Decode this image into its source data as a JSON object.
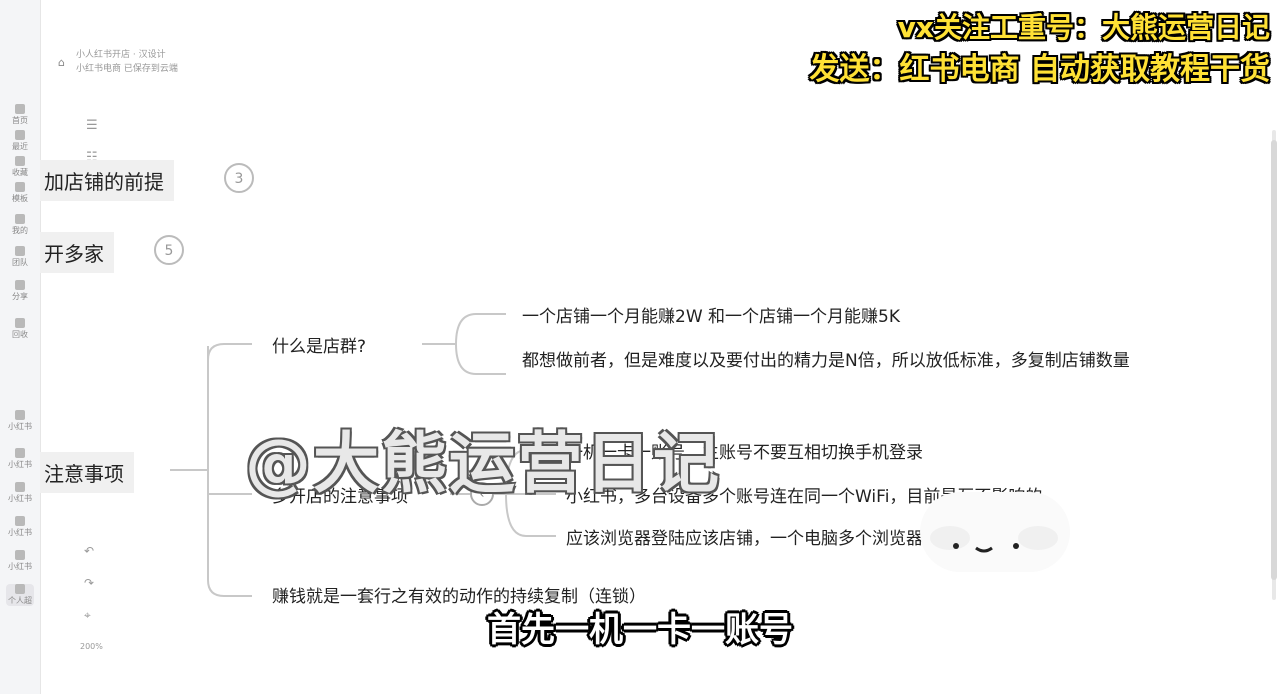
{
  "banner": {
    "line1": "vx关注工重号：大熊运营日记",
    "line2": "发送：红书电商  自动获取教程干货"
  },
  "breadcrumb": {
    "line1": "小人红书开店 · 汉设计",
    "line2": "小红书电商   已保存到云端"
  },
  "sidebar": {
    "items": [
      {
        "label": "首页"
      },
      {
        "label": "最近"
      },
      {
        "label": "收藏"
      },
      {
        "label": "模板"
      },
      {
        "label": "我的"
      },
      {
        "label": "团队"
      },
      {
        "label": "分享"
      },
      {
        "label": "回收"
      },
      {
        "label": "小红书"
      },
      {
        "label": "小红书"
      },
      {
        "label": "小红书"
      },
      {
        "label": "小红书"
      },
      {
        "label": "小红书"
      },
      {
        "label": "个人超"
      }
    ]
  },
  "mindmap": {
    "node1": {
      "label": "加店铺的前提",
      "count": "3"
    },
    "node2": {
      "label": "开多家",
      "count": "5"
    },
    "node3": {
      "label": "注意事项"
    },
    "q1": {
      "label": "什么是店群?"
    },
    "q1_a1": "一个店铺一个月能赚2W 和一个店铺一个月能赚5K",
    "q1_a2": "都想做前者，但是难度以及要付出的精力是N倍，所以放低标准，多复制店铺数量",
    "q2": {
      "label": "多开店的注意事项"
    },
    "q2_a1": "一机一卡一账号，主账号不要互相切换手机登录",
    "q2_a2": "小红书，多台设备多个账号连在同一个WiFi，目前是互不影响的",
    "q2_a3": "应该浏览器登陆应该店铺，一个电脑多个浏览器也是没问题的",
    "q3": {
      "label": "赚钱就是一套行之有效的动作的持续复制（连锁）"
    }
  },
  "watermark": "@大熊运营日记",
  "subtitle": "首先一机一卡一账号",
  "zoom": "200%",
  "colors": {
    "banner": "#ffe135",
    "line": "#c8c8c8"
  }
}
